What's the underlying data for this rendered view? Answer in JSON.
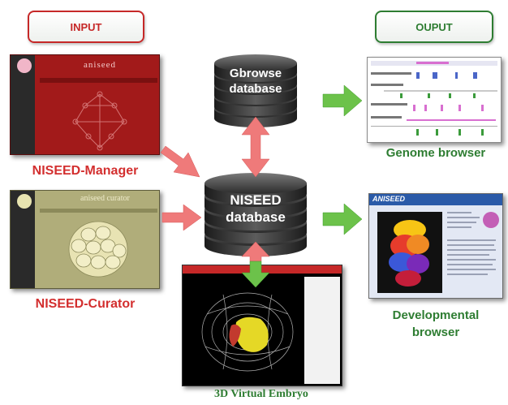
{
  "headers": {
    "input": "INPUT",
    "output": "OUPUT"
  },
  "databases": {
    "gbrowse": [
      "Gbrowse",
      "database"
    ],
    "niseed": [
      "NISEED",
      "database"
    ]
  },
  "captions": {
    "manager": "NISEED-Manager",
    "curator": "NISEED-Curator",
    "genome": "Genome browser",
    "developmental": [
      "Developmental",
      "browser"
    ],
    "embryo": "3D Virtual Embryo"
  },
  "screenshots": {
    "manager_brand": "aniseed",
    "curator_brand": "aniseed curator",
    "developmental_brand": "ANISEED"
  },
  "colors": {
    "red": "#d32f2f",
    "green": "#2e7d32",
    "arrow_red": "#ef7a7a",
    "arrow_green": "#6cc24a",
    "disk": "#2b2b2b"
  }
}
